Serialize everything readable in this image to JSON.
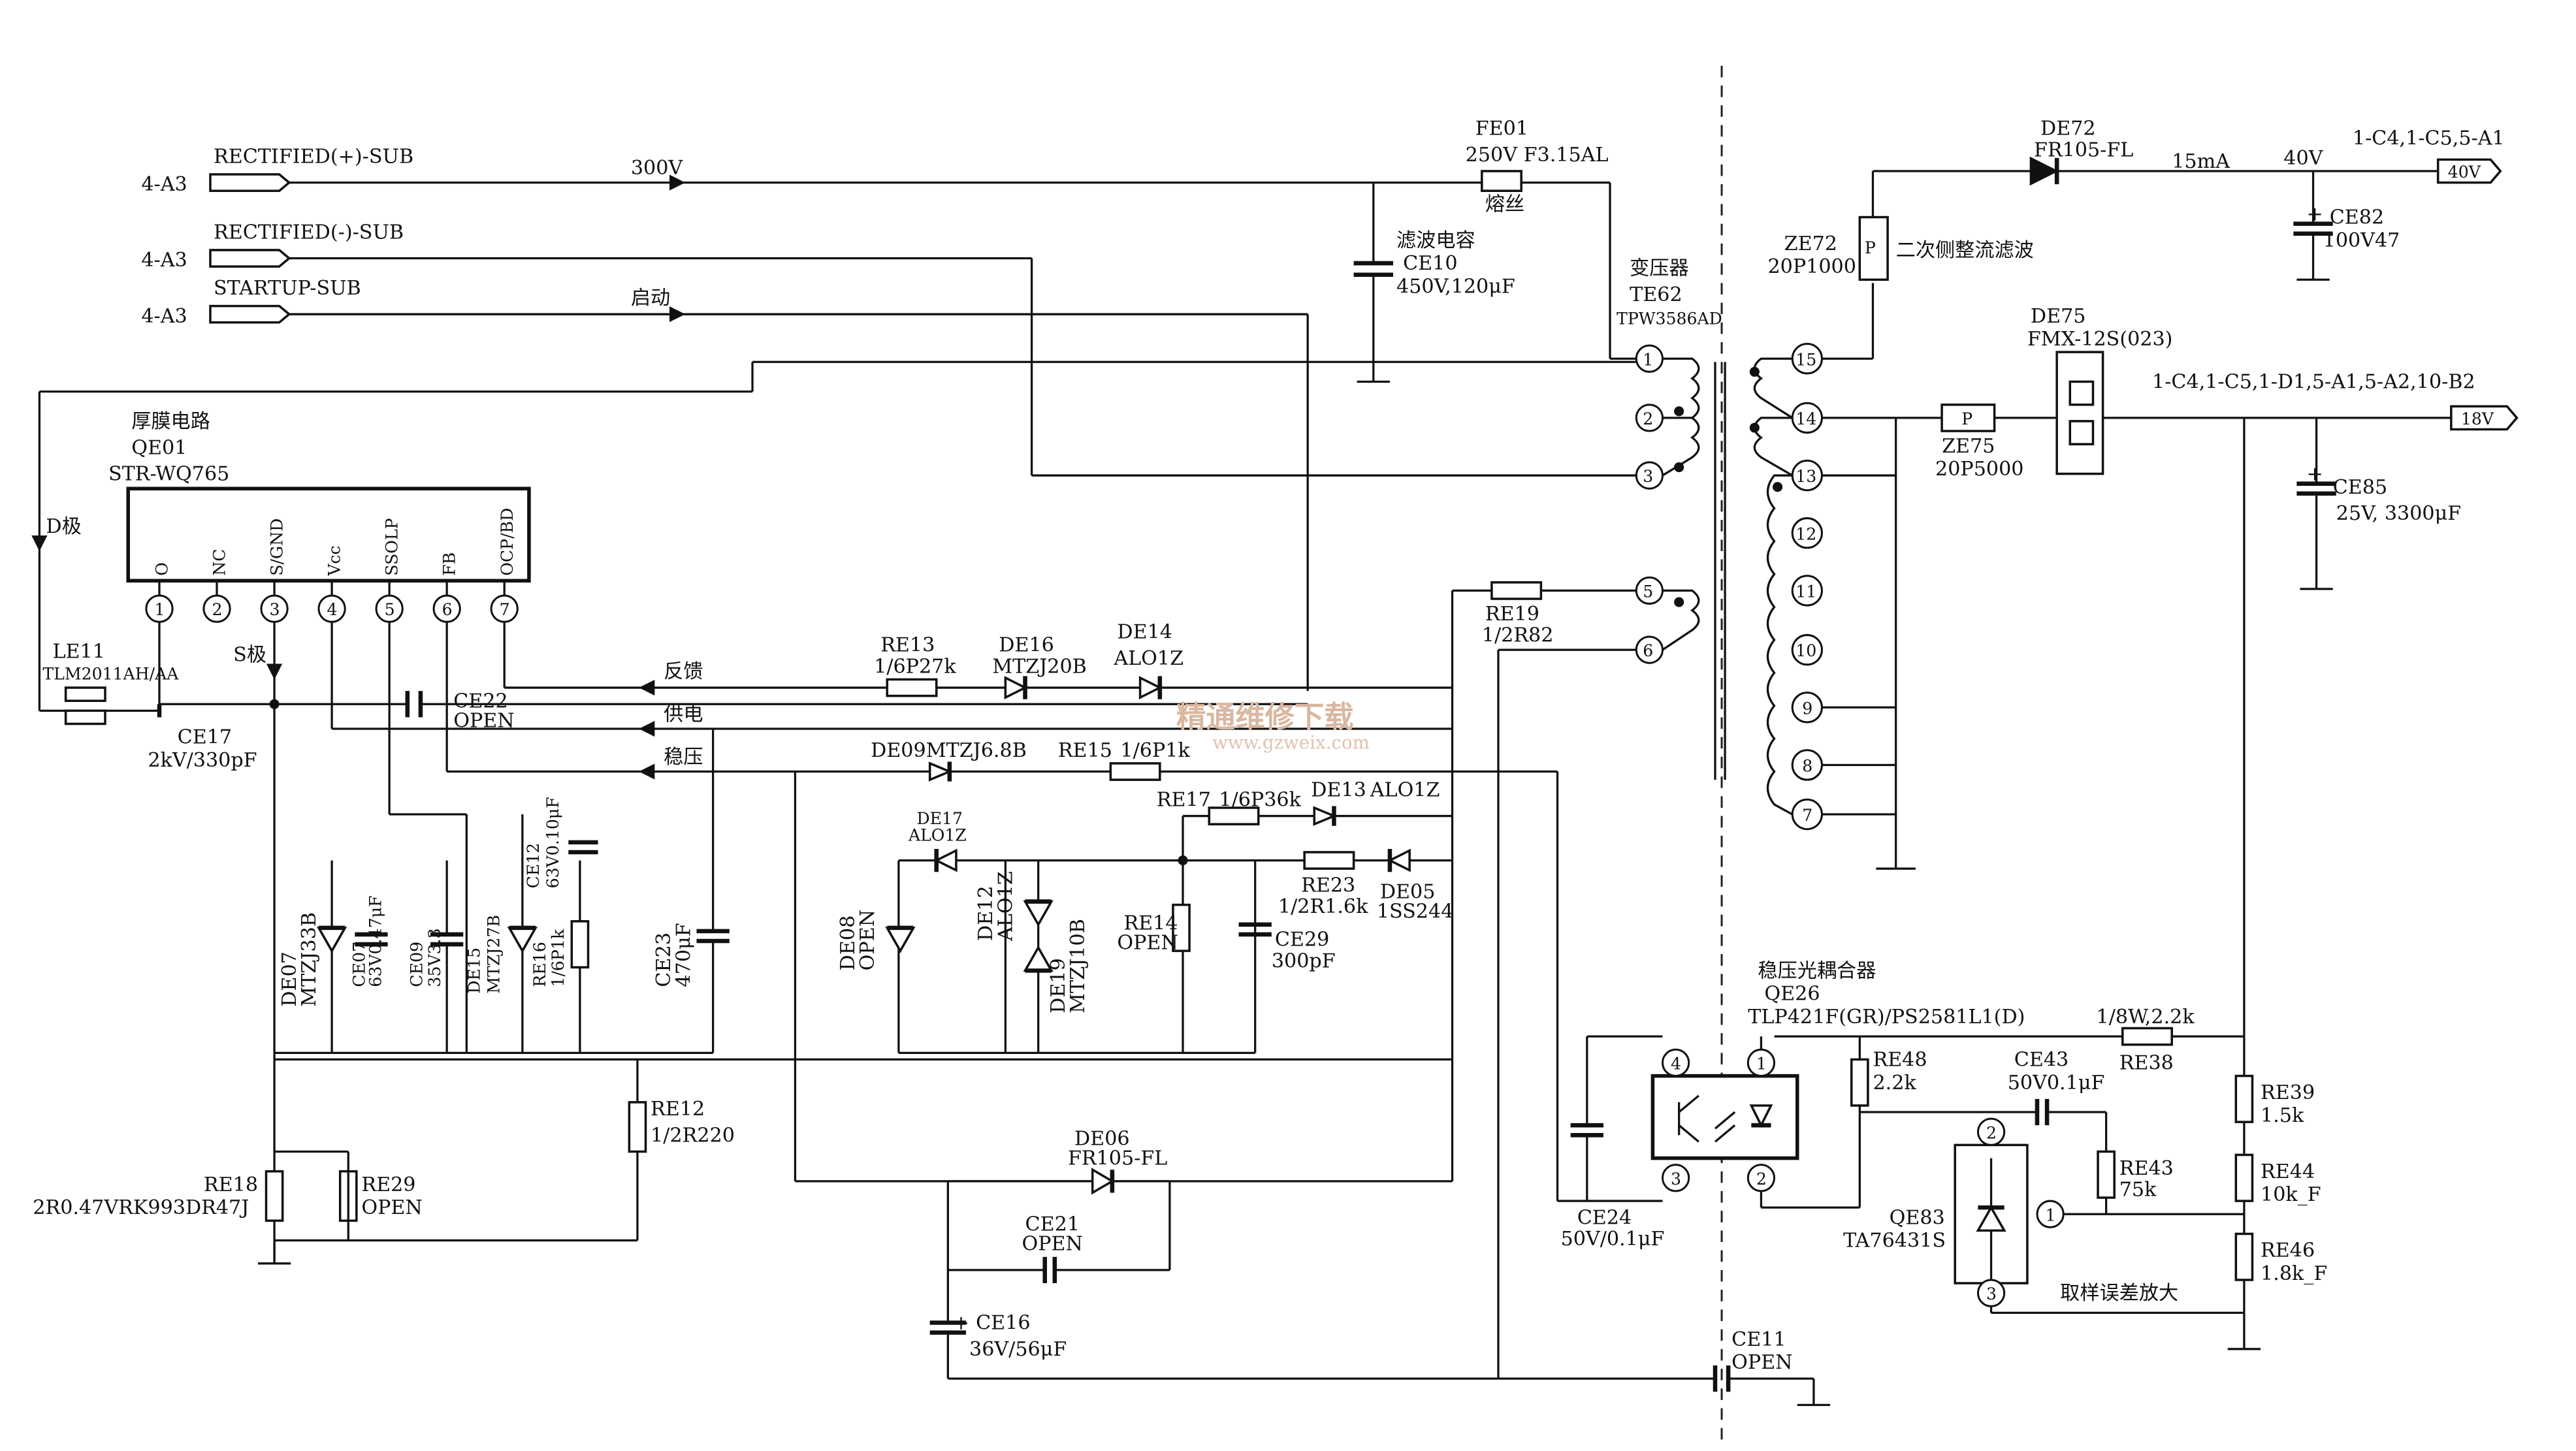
{
  "inputs": {
    "rect_plus": {
      "ref": "4-A3",
      "label": "RECTIFIED(+)-SUB",
      "value": "300V"
    },
    "rect_minus": {
      "ref": "4-A3",
      "label": "RECTIFIED(-)-SUB"
    },
    "startup": {
      "ref": "4-A3",
      "label": "STARTUP-SUB",
      "value": "启动"
    }
  },
  "fuse": {
    "ref": "FE01",
    "rating": "250V F3.15AL",
    "name": "熔丝"
  },
  "filter_cap": {
    "name": "滤波电容",
    "ref": "CE10",
    "value": "450V,120μF"
  },
  "transformer": {
    "name": "变压器",
    "ref": "TE62",
    "part": "TPW3586AD",
    "primary_pins": [
      "1",
      "2",
      "3",
      "5",
      "6"
    ],
    "secondary_pins": [
      "15",
      "14",
      "13",
      "12",
      "11",
      "10",
      "9",
      "8",
      "7"
    ]
  },
  "ic": {
    "name": "厚膜电路",
    "ref": "QE01",
    "part": "STR-WQ765",
    "pins": [
      {
        "num": "1",
        "name": "O"
      },
      {
        "num": "2",
        "name": "NC"
      },
      {
        "num": "3",
        "name": "S/GND"
      },
      {
        "num": "4",
        "name": "Vcc"
      },
      {
        "num": "5",
        "name": "SSOLP"
      },
      {
        "num": "6",
        "name": "FB"
      },
      {
        "num": "7",
        "name": "OCP/BD"
      }
    ]
  },
  "labels": {
    "d_pole": "D极",
    "s_pole": "S极",
    "feedback": "反馈",
    "supply": "供电",
    "regulate": "稳压",
    "secondary_filter": "二次侧整流滤波",
    "optocoupler": "稳压光耦合器",
    "sampling_amp": "取样误差放大"
  },
  "components": {
    "LE11": {
      "ref": "LE11",
      "part": "TLM2011AH/AA"
    },
    "CE17": {
      "ref": "CE17",
      "value": "2kV/330pF"
    },
    "CE22": {
      "ref": "CE22",
      "value": "OPEN"
    },
    "RE13": {
      "ref": "RE13",
      "value": "1/6P27k"
    },
    "DE16": {
      "ref": "DE16",
      "value": "MTZJ20B"
    },
    "DE14": {
      "ref": "DE14",
      "value": "ALO1Z"
    },
    "RE19": {
      "ref": "RE19",
      "value": "1/2R82"
    },
    "DE09": {
      "ref": "DE09MTZJ6.8B"
    },
    "RE15": {
      "ref": "RE15",
      "value": "1/6P1k"
    },
    "RE17": {
      "ref": "RE17",
      "value": "1/6P36k"
    },
    "DE13": {
      "ref": "DE13",
      "value": "ALO1Z"
    },
    "DE17": {
      "ref": "DE17",
      "value": "ALO1Z"
    },
    "RE23": {
      "ref": "RE23",
      "value": "1/2R1.6k"
    },
    "DE05": {
      "ref": "DE05",
      "value": "1SS244"
    },
    "DE07": {
      "ref": "DE07",
      "value": "MTZJ33B"
    },
    "CE07": {
      "ref": "CE07",
      "value": "63V0.47μF"
    },
    "CE09": {
      "ref": "CE09",
      "value": "35V3.3"
    },
    "DE15": {
      "ref": "DE15",
      "value": "MTZJ27B"
    },
    "RE16": {
      "ref": "RE16",
      "value": "1/6P1k"
    },
    "CE12": {
      "ref": "CE12",
      "value": "63V0.10μF"
    },
    "CE23": {
      "ref": "CE23",
      "value": "470μF"
    },
    "DE08": {
      "ref": "DE08",
      "value": "OPEN"
    },
    "DE12": {
      "ref": "DE12",
      "value": "ALO1Z"
    },
    "DE19": {
      "ref": "DE19",
      "value": "MTZJ10B"
    },
    "RE14": {
      "ref": "RE14",
      "value": "OPEN"
    },
    "CE29": {
      "ref": "CE29",
      "value": "300pF"
    },
    "RE12": {
      "ref": "RE12",
      "value": "1/2R220"
    },
    "RE18": {
      "ref": "RE18",
      "value": "2R0.47VRK993DR47J"
    },
    "RE29": {
      "ref": "RE29",
      "value": "OPEN"
    },
    "DE06": {
      "ref": "DE06",
      "value": "FR105-FL"
    },
    "CE21": {
      "ref": "CE21",
      "value": "OPEN"
    },
    "CE16": {
      "ref": "CE16",
      "value": "36V/56μF"
    },
    "CE24": {
      "ref": "CE24",
      "value": "50V/0.1μF"
    },
    "CE11": {
      "ref": "CE11",
      "value": "OPEN"
    },
    "DE72": {
      "ref": "DE72",
      "value": "FR105-FL"
    },
    "ZE72": {
      "ref": "ZE72",
      "value": "20P1000"
    },
    "CE82": {
      "ref": "CE82",
      "value": "100V47"
    },
    "ZE75": {
      "ref": "ZE75",
      "value": "20P5000"
    },
    "DE75": {
      "ref": "DE75",
      "value": "FMX-12S(023)"
    },
    "CE85": {
      "ref": "CE85",
      "value": "25V, 3300μF"
    },
    "QE26": {
      "ref": "QE26",
      "value": "TLP421F(GR)/PS2581L1(D)"
    },
    "RE38": {
      "ref": "RE38",
      "value": "1/8W,2.2k"
    },
    "RE48": {
      "ref": "RE48",
      "value": "2.2k"
    },
    "CE43": {
      "ref": "CE43",
      "value": "50V0.1μF"
    },
    "RE43": {
      "ref": "RE43",
      "value": "75k"
    },
    "QE83": {
      "ref": "QE83",
      "value": "TA76431S"
    },
    "RE39": {
      "ref": "RE39",
      "value": "1.5k"
    },
    "RE44": {
      "ref": "RE44",
      "value": "10k_F"
    },
    "RE46": {
      "ref": "RE46",
      "value": "1.8k_F"
    }
  },
  "outputs": {
    "v40": {
      "current": "15mA",
      "voltage": "40V",
      "connectors": "1-C4,1-C5,5-A1",
      "tag": "40V"
    },
    "v18": {
      "connectors": "1-C4,1-C5,1-D1,5-A1,5-A2,10-B2",
      "tag": "18V"
    }
  },
  "watermark": {
    "text": "精通维修下载",
    "url": "www.gzweix.com"
  },
  "colors": {
    "ink": "#111111",
    "watermark": "#d9b7a0",
    "background": "#ffffff"
  }
}
